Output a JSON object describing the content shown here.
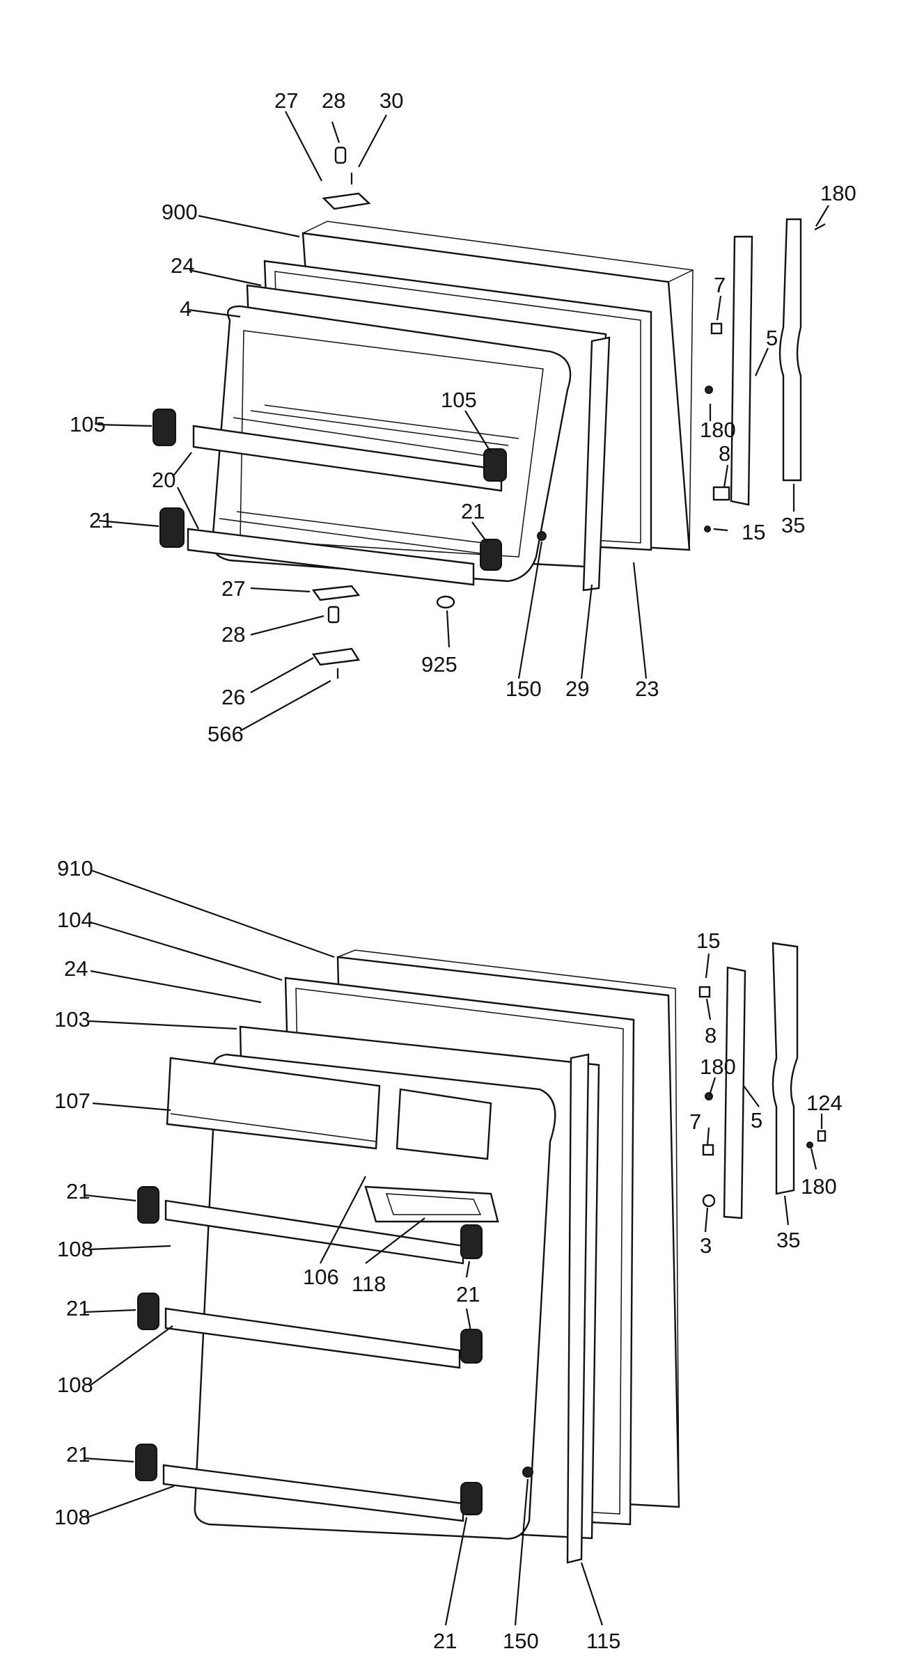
{
  "diagram": {
    "upper_door": {
      "labels": [
        "27",
        "28",
        "30",
        "180",
        "900",
        "24",
        "4",
        "7",
        "5",
        "105",
        "180",
        "105",
        "8",
        "20",
        "21",
        "21",
        "15",
        "35",
        "27",
        "28",
        "925",
        "26",
        "150",
        "29",
        "23",
        "566"
      ]
    },
    "lower_door": {
      "labels": [
        "910",
        "104",
        "15",
        "24",
        "103",
        "8",
        "180",
        "107",
        "124",
        "5",
        "7",
        "180",
        "21",
        "106",
        "118",
        "3",
        "35",
        "108",
        "21",
        "21",
        "108",
        "21",
        "108",
        "21",
        "150",
        "115"
      ]
    }
  }
}
